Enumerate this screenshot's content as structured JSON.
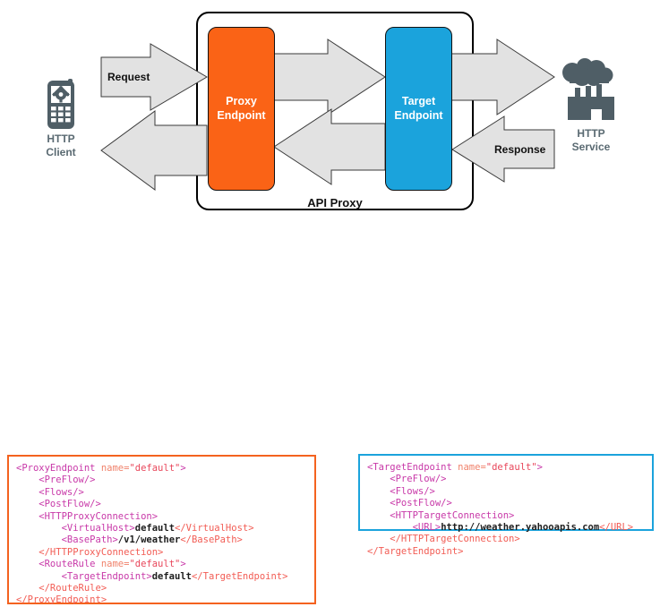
{
  "diagram": {
    "container_label": "API Proxy",
    "endpoints": [
      {
        "name": "proxy-endpoint",
        "label_line1": "Proxy",
        "label_line2": "Endpoint",
        "color": "#FA6316"
      },
      {
        "name": "target-endpoint",
        "label_line1": "Target",
        "label_line2": "Endpoint",
        "color": "#1BA3DC"
      }
    ],
    "arrows": [
      {
        "name": "request-arrow",
        "label": "Request",
        "direction": "right"
      },
      {
        "name": "response-arrow",
        "label": "Response",
        "direction": "left"
      }
    ],
    "actors": [
      {
        "name": "http-client",
        "icon": "mobile-phone-gear-icon",
        "caption_line1": "HTTP",
        "caption_line2": "Client"
      },
      {
        "name": "http-service",
        "icon": "factory-cloud-icon",
        "caption_line1": "HTTP",
        "caption_line2": "Service"
      }
    ],
    "icon_color": "#4F5E66"
  },
  "code_blocks": {
    "proxy": {
      "border_color": "#F4621F",
      "lines": [
        [
          {
            "c": "t",
            "v": "<ProxyEndpoint "
          },
          {
            "c": "at",
            "v": "name="
          },
          {
            "c": "av",
            "v": "\"default\""
          },
          {
            "c": "t",
            "v": ">"
          }
        ],
        [
          {
            "c": "t",
            "v": "    <PreFlow/>"
          }
        ],
        [
          {
            "c": "t",
            "v": "    <Flows/>"
          }
        ],
        [
          {
            "c": "t",
            "v": "    <PostFlow/>"
          }
        ],
        [
          {
            "c": "t",
            "v": "    <HTTPProxyConnection>"
          }
        ],
        [
          {
            "c": "t",
            "v": "        <VirtualHost>"
          },
          {
            "c": "txt",
            "v": "default"
          },
          {
            "c": "tc",
            "v": "</VirtualHost>"
          }
        ],
        [
          {
            "c": "t",
            "v": "        <BasePath>"
          },
          {
            "c": "txt",
            "v": "/v1/weather"
          },
          {
            "c": "tc",
            "v": "</BasePath>"
          }
        ],
        [
          {
            "c": "tc",
            "v": "    </HTTPProxyConnection>"
          }
        ],
        [
          {
            "c": "t",
            "v": "    <RouteRule "
          },
          {
            "c": "at",
            "v": "name="
          },
          {
            "c": "av",
            "v": "\"default\""
          },
          {
            "c": "t",
            "v": ">"
          }
        ],
        [
          {
            "c": "t",
            "v": "        <TargetEndpoint>"
          },
          {
            "c": "txt",
            "v": "default"
          },
          {
            "c": "tc",
            "v": "</TargetEndpoint>"
          }
        ],
        [
          {
            "c": "tc",
            "v": "    </RouteRule>"
          }
        ],
        [
          {
            "c": "tc",
            "v": "</ProxyEndpoint>"
          }
        ]
      ]
    },
    "target": {
      "border_color": "#1BA3DC",
      "lines": [
        [
          {
            "c": "t",
            "v": "<TargetEndpoint "
          },
          {
            "c": "at",
            "v": "name="
          },
          {
            "c": "av",
            "v": "\"default\""
          },
          {
            "c": "t",
            "v": ">"
          }
        ],
        [
          {
            "c": "t",
            "v": "    <PreFlow/>"
          }
        ],
        [
          {
            "c": "t",
            "v": "    <Flows/>"
          }
        ],
        [
          {
            "c": "t",
            "v": "    <PostFlow/>"
          }
        ],
        [
          {
            "c": "t",
            "v": "    <HTTPTargetConnection>"
          }
        ],
        [
          {
            "c": "t",
            "v": "        <URL>"
          },
          {
            "c": "txt",
            "v": "http://weather.yahooapis.com"
          },
          {
            "c": "tc",
            "v": "</URL>"
          }
        ],
        [
          {
            "c": "tc",
            "v": "    </HTTPTargetConnection>"
          }
        ],
        [
          {
            "c": "tc",
            "v": "</TargetEndpoint>"
          }
        ]
      ]
    }
  }
}
